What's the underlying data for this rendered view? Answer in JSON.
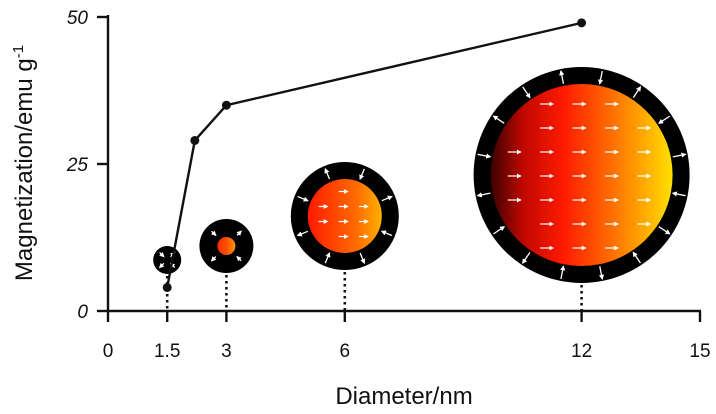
{
  "chart_data": {
    "type": "line",
    "xlabel": "Diameter/nm",
    "ylabel": "Magnetization/emu g",
    "ylabel_superscript": "-1",
    "xlim": [
      0,
      15
    ],
    "ylim": [
      0,
      50
    ],
    "x_ticks": [
      "0",
      "1.5",
      "3",
      "6",
      "12",
      "15"
    ],
    "y_ticks": [
      "0",
      "25",
      "50"
    ],
    "grid": false,
    "series": [
      {
        "values": [
          {
            "x": 1.5,
            "y": 4
          },
          {
            "x": 2.2,
            "y": 29
          },
          {
            "x": 3.0,
            "y": 35
          },
          {
            "x": 12.0,
            "y": 49
          }
        ]
      }
    ],
    "particle_illustrations": [
      {
        "diameter": 1.5
      },
      {
        "diameter": 3
      },
      {
        "diameter": 6
      },
      {
        "diameter": 12
      }
    ],
    "colors": {
      "line": "#111111",
      "shell": "#000000",
      "core_dark": "#3a0000",
      "core_red": "#ff1a00",
      "core_orange": "#ff8a00",
      "core_yellow": "#ffe000",
      "arrow": "#ffffff"
    }
  }
}
